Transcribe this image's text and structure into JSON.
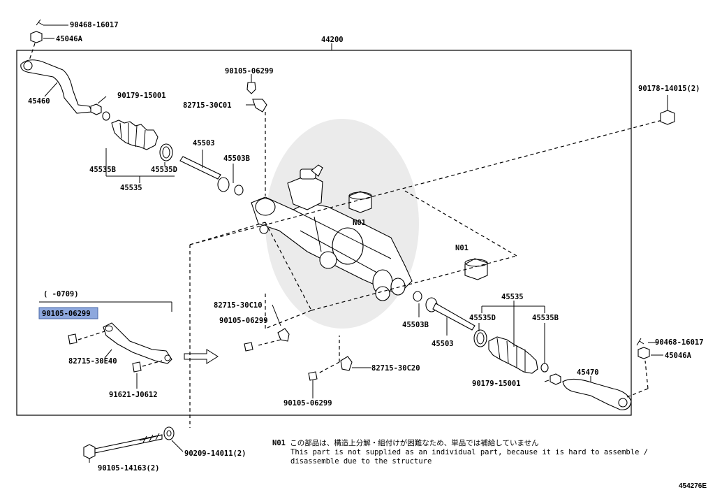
{
  "diagram": {
    "assembly_label": "44200",
    "date_range": "(     -0709)",
    "selected_part": "90105-06299",
    "parts": {
      "p_90468_top": "90468-16017",
      "p_45046A_top": "45046A",
      "p_45460": "45460",
      "p_90179_top": "90179-15001",
      "p_45535B_l": "45535B",
      "p_45535_l": "45535",
      "p_45535D_l": "45535D",
      "p_45503_l": "45503",
      "p_45503B_l": "45503B",
      "p_90105_top": "90105-06299",
      "p_82715_30C01": "82715-30C01",
      "p_N01_a": "N01",
      "p_N01_b": "N01",
      "p_90178": "90178-14015(2)",
      "p_90105_sel": "90105-06299",
      "p_82715_30E40": "82715-30E40",
      "p_91621": "91621-J0612",
      "p_82715_30C10": "82715-30C10",
      "p_90105_mid": "90105-06299",
      "p_45503B_r": "45503B",
      "p_45503_r": "45503",
      "p_45535_r": "45535",
      "p_45535D_r": "45535D",
      "p_45535B_r": "45535B",
      "p_82715_30C20": "82715-30C20",
      "p_90105_bot": "90105-06299",
      "p_90179_bot": "90179-15001",
      "p_45470": "45470",
      "p_90468_r": "90468-16017",
      "p_45046A_r": "45046A",
      "p_90105_14163": "90105-14163(2)",
      "p_90209": "90209-14011(2)"
    },
    "note": {
      "code": "N01",
      "japanese": "この部品は、構造上分解・組付けが困難なため、単品では補給していません",
      "english_1": "This part is not supplied as an individual part, because it is hard to assemble /",
      "english_2": "disassemble due to the structure"
    },
    "ref_code": "454276E"
  }
}
